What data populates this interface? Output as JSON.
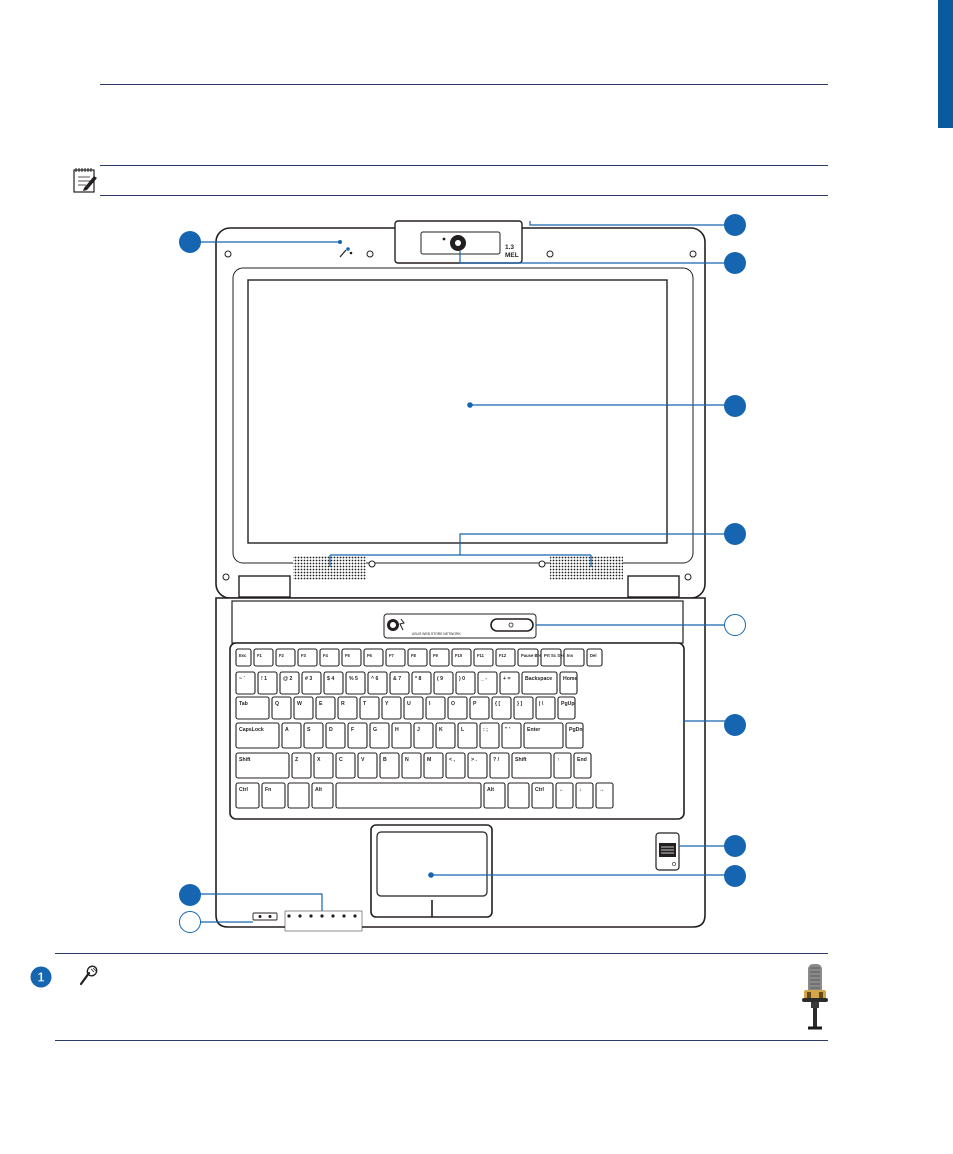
{
  "page": {
    "accent_color": "#1565b0",
    "rule_color": "#2b3a67",
    "edge_bar_color": "#0a5aa0"
  },
  "note": {
    "icon": "note-pencil-icon"
  },
  "diagram": {
    "camera_label_line1": "1.3",
    "camera_label_line2": "MEL",
    "brand_strip_text": "ASUS WEB STORE NETWORK",
    "keyboard_rows": [
      [
        "Esc",
        "F1",
        "F2",
        "F3",
        "F4",
        "F5",
        "F6",
        "F7",
        "F8",
        "F9",
        "F10",
        "F11",
        "F12",
        "Pause Break",
        "Prt Sc Sys Rq",
        "Ins",
        "Del"
      ],
      [
        "~ `",
        "! 1",
        "@ 2",
        "# 3",
        "$ 4",
        "% 5",
        "^ 6",
        "& 7",
        "* 8",
        "( 9",
        ") 0",
        "_ -",
        "+ =",
        "Backspace",
        "Home"
      ],
      [
        "Tab",
        "Q",
        "W",
        "E",
        "R",
        "T",
        "Y",
        "U",
        "I",
        "O",
        "P",
        "{ [",
        "} ]",
        "| \\",
        "PgUp"
      ],
      [
        "CapsLock",
        "A",
        "S",
        "D",
        "F",
        "G",
        "H",
        "J",
        "K",
        "L",
        ": ;",
        "\" '",
        "Enter",
        "PgDn"
      ],
      [
        "Shift",
        "Z",
        "X",
        "C",
        "V",
        "B",
        "N",
        "M",
        "< ,",
        "> .",
        "? /",
        "Shift",
        "↑",
        "End"
      ],
      [
        "Ctrl",
        "Fn",
        "",
        "Alt",
        "",
        "Alt",
        "",
        "Ctrl",
        "←",
        "↓",
        "→"
      ]
    ],
    "callouts": [
      {
        "id": "callout-1",
        "style": "filled"
      },
      {
        "id": "callout-camera-top",
        "style": "filled"
      },
      {
        "id": "callout-camera",
        "style": "filled"
      },
      {
        "id": "callout-display",
        "style": "filled"
      },
      {
        "id": "callout-speakers",
        "style": "filled"
      },
      {
        "id": "callout-instant-keys",
        "style": "hollow"
      },
      {
        "id": "callout-keyboard",
        "style": "filled"
      },
      {
        "id": "callout-fingerprint",
        "style": "filled"
      },
      {
        "id": "callout-touchpad",
        "style": "filled"
      },
      {
        "id": "callout-status-lower",
        "style": "filled"
      },
      {
        "id": "callout-status-hollow",
        "style": "hollow"
      }
    ]
  },
  "legend": {
    "item_number": "1",
    "item_icon": "microphone-icon",
    "item_image": "microphone-photo"
  }
}
